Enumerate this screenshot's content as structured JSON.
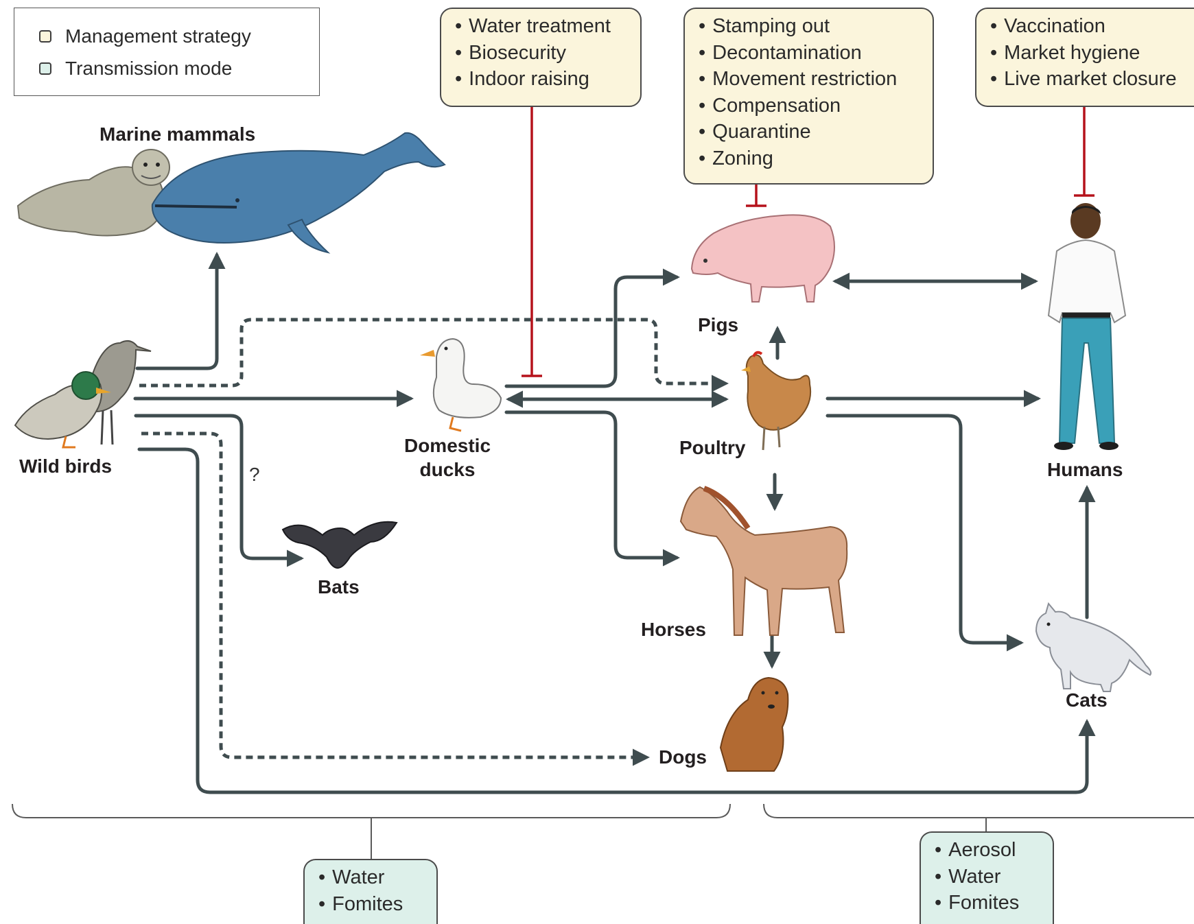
{
  "legend": {
    "items": [
      {
        "label": "Management strategy",
        "color": "#fbf5dc"
      },
      {
        "label": "Transmission mode",
        "color": "#ddf0ea"
      }
    ]
  },
  "management": {
    "water": [
      "Water treatment",
      "Biosecurity",
      "Indoor raising"
    ],
    "pigs": [
      "Stamping out",
      "Decontamination",
      "Movement restriction",
      "Compensation",
      "Quarantine",
      "Zoning"
    ],
    "humans": [
      "Vaccination",
      "Market hygiene",
      "Live market closure"
    ]
  },
  "transmission": {
    "left": [
      "Water",
      "Fomites"
    ],
    "right": [
      "Aerosol",
      "Water",
      "Fomites"
    ]
  },
  "nodes": {
    "marine_mammals": "Marine mammals",
    "wild_birds": "Wild birds",
    "domestic_ducks_line1": "Domestic",
    "domestic_ducks_line2": "ducks",
    "bats": "Bats",
    "pigs": "Pigs",
    "poultry": "Poultry",
    "horses": "Horses",
    "dogs": "Dogs",
    "humans": "Humans",
    "cats": "Cats"
  },
  "unknown_marker": "?",
  "colors": {
    "arrow": "#3f4c4f",
    "inhibit": "#b5121b",
    "management_fill": "#fbf5dc",
    "transmission_fill": "#ddf0ea"
  }
}
